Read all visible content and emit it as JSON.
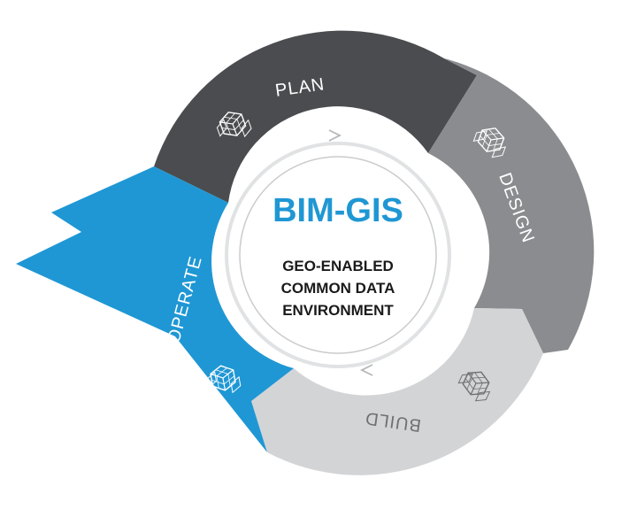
{
  "colors": {
    "plan": "#4a4c4f",
    "design": "#8a8c8f",
    "build": "#d3d4d6",
    "operate": "#1f97d4",
    "title": "#1f97d4",
    "subtitle": "#1a1a1a",
    "label_light": "#ffffff",
    "label_dark": "#6e7073",
    "ring_border": "#e0e2e4",
    "icon": "#ffffff",
    "icon_dark": "#6e7073"
  },
  "segments": {
    "plan": {
      "label": "PLAN",
      "icon": "building-cube-icon"
    },
    "design": {
      "label": "DESIGN",
      "icon": "building-cube-icon"
    },
    "build": {
      "label": "BUILD",
      "icon": "building-cube-icon"
    },
    "operate": {
      "label": "OPERATE",
      "icon": "building-cube-icon"
    }
  },
  "center": {
    "title": "BIM-GIS",
    "subtitle_lines": [
      "GEO-ENABLED",
      "COMMON DATA",
      "ENVIRONMENT"
    ]
  },
  "inner_arrows": [
    "arrow-top-icon",
    "arrow-bottom-icon"
  ]
}
